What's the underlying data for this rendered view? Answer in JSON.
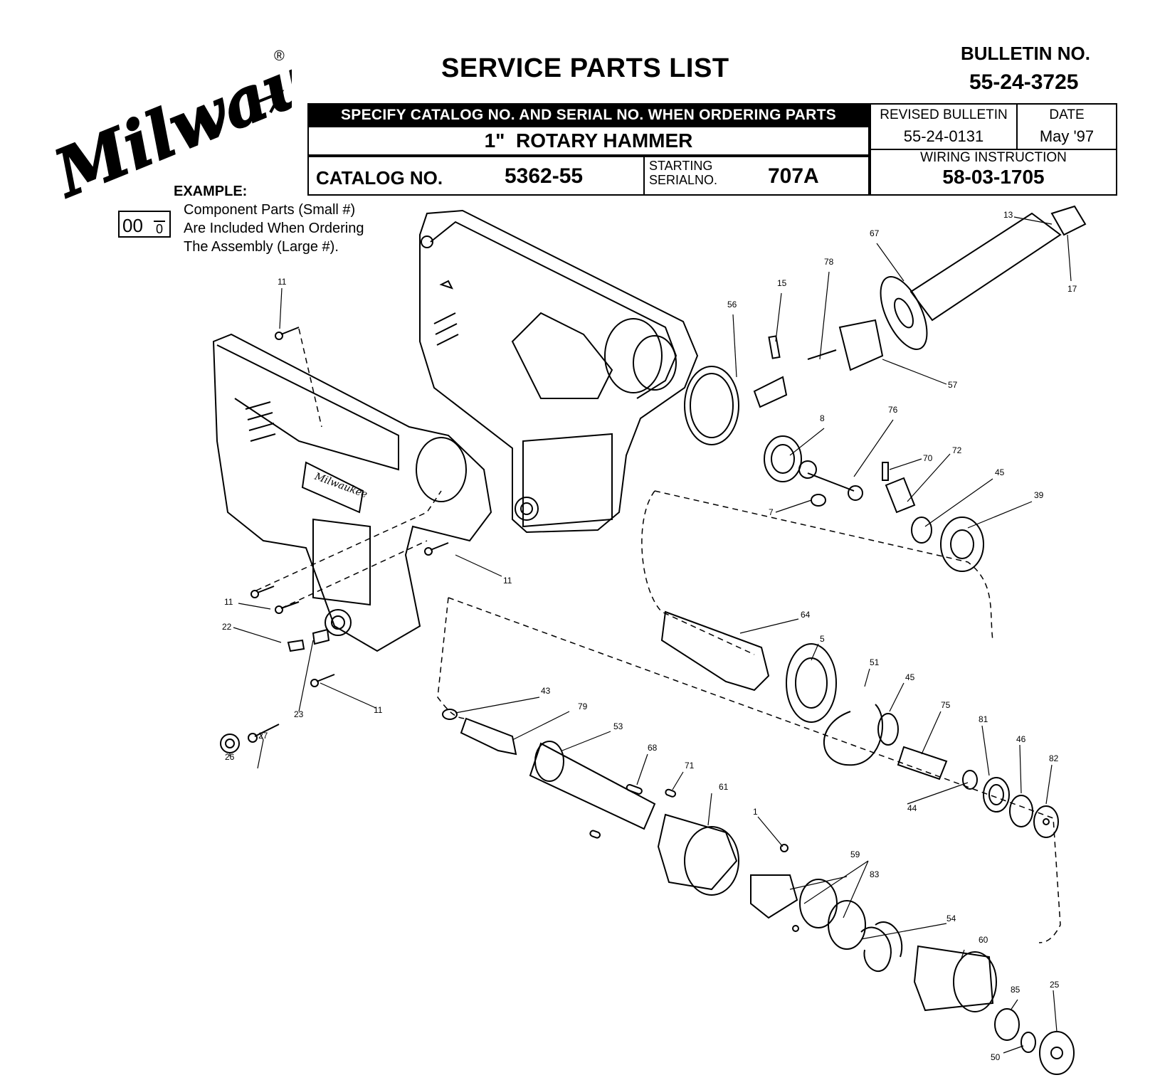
{
  "brand": "Milwaukee",
  "brand_mark": "®",
  "document_title": "SERVICE PARTS LIST",
  "bulletin": {
    "label": "BULLETIN NO.",
    "number": "55-24-3725"
  },
  "header": {
    "instruction": "SPECIFY CATALOG NO. AND SERIAL NO. WHEN ORDERING PARTS",
    "product": "1\"  ROTARY HAMMER",
    "catalog_label": "CATALOG NO.",
    "catalog_no": "5362-55",
    "starting_serial_label_1": "STARTING",
    "starting_serial_label_2": "SERIALNO.",
    "starting_serial": "707A",
    "revised_bulletin_label": "REVISED BULLETIN",
    "revised_bulletin": "55-24-0131",
    "date_label": "DATE",
    "date": "May '97",
    "wiring_label": "WIRING INSTRUCTION",
    "wiring_no": "58-03-1705"
  },
  "example": {
    "heading": "EXAMPLE:",
    "line1": "Component Parts (Small #)",
    "line2": "Are Included When Ordering",
    "line3": "The Assembly (Large #).",
    "box_large": "00",
    "box_small": "0"
  },
  "part_callouts": {
    "p13": "13",
    "p67": "67",
    "p78": "78",
    "p15": "15",
    "p56": "56",
    "p17": "17",
    "p57": "57",
    "p11a": "11",
    "p11b": "11",
    "p11c": "11",
    "p11d": "11",
    "p8": "8",
    "p76": "76",
    "p70": "70",
    "p72": "72",
    "p45a": "45",
    "p39": "39",
    "p7": "7",
    "p22": "22",
    "p23": "23",
    "p26": "26",
    "p27": "27",
    "p64": "64",
    "p5": "5",
    "p51": "51",
    "p45b": "45",
    "p75": "75",
    "p81": "81",
    "p46": "46",
    "p82": "82",
    "p43": "43",
    "p79": "79",
    "p53": "53",
    "p68": "68",
    "p71": "71",
    "p61": "61",
    "p1": "1",
    "p44": "44",
    "p59": "59",
    "p83": "83",
    "p54": "54",
    "p60": "60",
    "p85": "85",
    "p25": "25",
    "p50": "50"
  }
}
